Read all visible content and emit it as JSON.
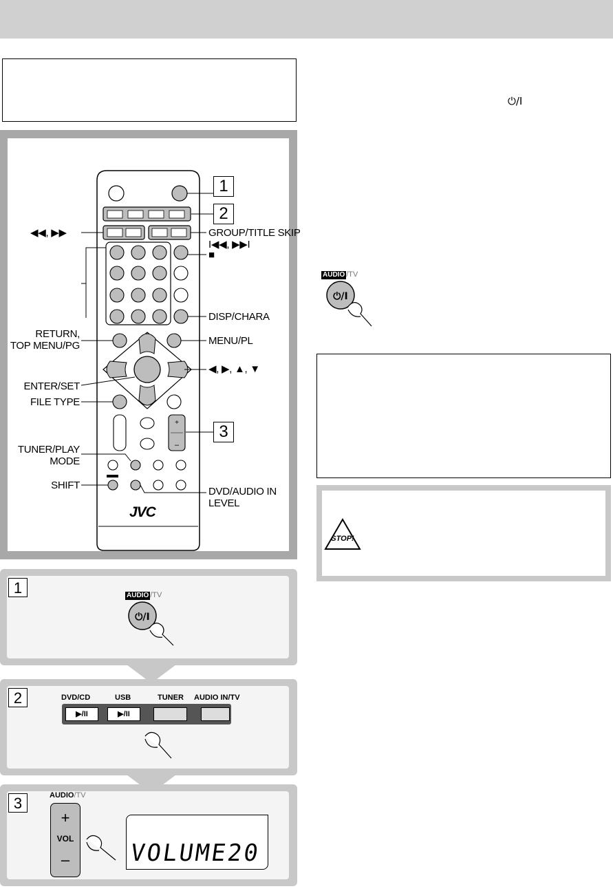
{
  "remote": {
    "brand": "JVC",
    "numbers": [
      "1",
      "2",
      "3"
    ],
    "labels": {
      "rewind_ffwd": "◀◀, ▶▶",
      "group_title_skip": "GROUP/TITLE SKIP",
      "skip_symbols": "I◀◀, ▶▶I",
      "stop": "■",
      "disp_chara": "DISP/CHARA",
      "return": "RETURN,",
      "top_menu": "TOP MENU/PG",
      "menu_pl": "MENU/PL",
      "cursor": "◀, ▶, ▲, ▼",
      "enter_set": "ENTER/SET",
      "file_type": "FILE TYPE",
      "tuner_play": "TUNER/PLAY",
      "mode": "MODE",
      "shift": "SHIFT",
      "dvd_audio_in": "DVD/AUDIO IN",
      "level": "LEVEL"
    }
  },
  "power_icon": {
    "badge": "AUDIO",
    "suffix": "/TV",
    "symbol": "⏻/I"
  },
  "steps": [
    {
      "num": "1",
      "badge": "AUDIO",
      "suffix": "/TV",
      "symbol": "⏻/I"
    },
    {
      "num": "2",
      "buttons": [
        {
          "label": "DVD/CD",
          "symbol": "▶/II"
        },
        {
          "label": "USB",
          "symbol": "▶/II"
        },
        {
          "label": "TUNER",
          "symbol": ""
        },
        {
          "label": "AUDIO IN/TV",
          "symbol": ""
        }
      ]
    },
    {
      "num": "3",
      "header": "AUDIO",
      "header_suffix": "/TV",
      "vol_plus": "+",
      "vol_label": "VOL",
      "vol_minus": "–",
      "display_text": "VOLUME20"
    }
  ],
  "right_column": {
    "power_symbol": "⏻/I"
  },
  "caution": {
    "icon_text": "STOP!"
  },
  "colors": {
    "header_band": "#d0d0d0",
    "panel_gray": "#a8a8a8",
    "step_gray": "#c8c8c8",
    "button_gray": "#bdbdbd"
  }
}
